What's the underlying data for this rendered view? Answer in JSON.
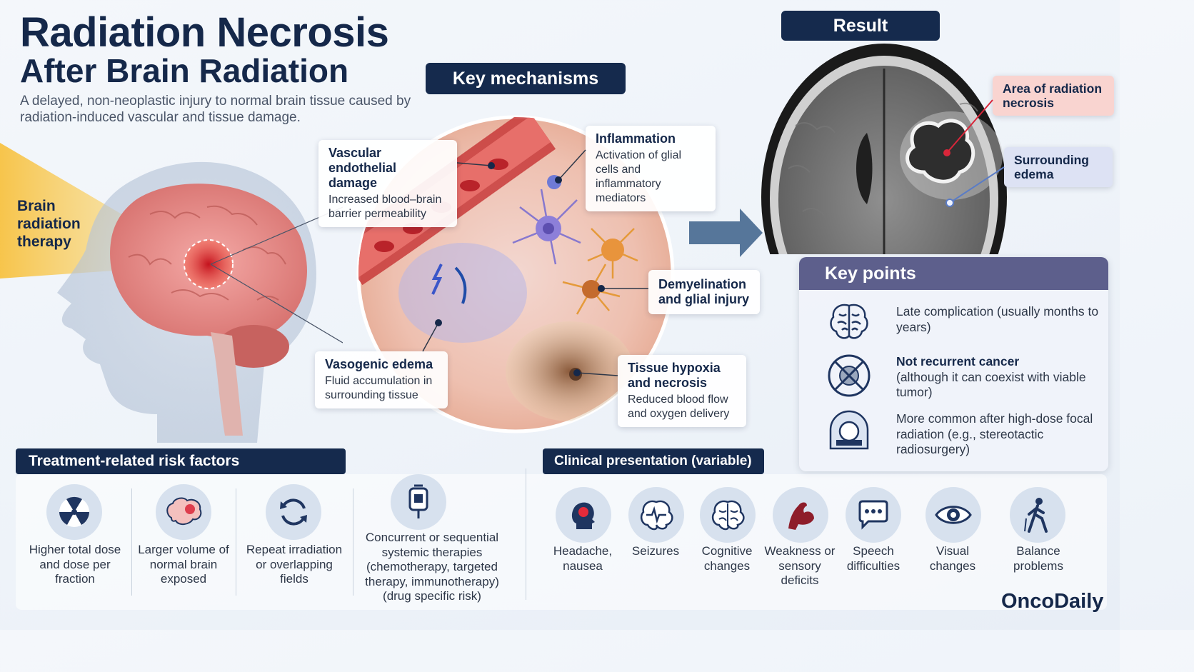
{
  "title": {
    "line1": "Radiation Necrosis",
    "line2": "After Brain Radiation"
  },
  "subtitle": "A delayed, non-neoplastic injury to normal brain tissue caused by radiation-induced vascular and tissue damage.",
  "therapy_label": "Brain radiation therapy",
  "mechanisms": {
    "header": "Key mechanisms",
    "vascular": {
      "title": "Vascular endothelial damage",
      "text": "Increased blood–brain barrier permeability"
    },
    "inflammation": {
      "title": "Inflammation",
      "text": "Activation of glial cells and inflammatory mediators"
    },
    "demyelination": {
      "title": "Demyelination and glial injury"
    },
    "edema": {
      "title": "Vasogenic edema",
      "text": "Fluid accumulation in surrounding tissue"
    },
    "hypoxia": {
      "title": "Tissue hypoxia and necrosis",
      "text": "Reduced blood flow and oxygen delivery"
    }
  },
  "result": {
    "header": "Result",
    "necrosis_label": "Area of radiation necrosis",
    "edema_label": "Surrounding edema"
  },
  "key_points": {
    "header": "Key points",
    "items": [
      {
        "icon": "brain-icon",
        "bold": "",
        "text": "Late complication (usually months to years)"
      },
      {
        "icon": "no-cancer-icon",
        "bold": "Not recurrent cancer",
        "text": "(although it can coexist with viable tumor)"
      },
      {
        "icon": "mri-scanner-icon",
        "bold": "",
        "text": "More common after high-dose focal radiation (e.g., stereotactic radiosurgery)"
      }
    ]
  },
  "risk_factors": {
    "header": "Treatment-related risk factors",
    "items": [
      {
        "icon": "radiation-icon",
        "label": "Higher total dose and dose per fraction"
      },
      {
        "icon": "brain-exposed-icon",
        "label": "Larger volume of normal brain exposed"
      },
      {
        "icon": "repeat-icon",
        "label": "Repeat irradiation or overlapping fields"
      },
      {
        "icon": "iv-bag-icon",
        "label": "Concurrent or sequential systemic therapies (chemotherapy, targeted therapy, immunotherapy) (drug specific risk)"
      }
    ]
  },
  "clinical": {
    "header": "Clinical presentation (variable)",
    "items": [
      {
        "icon": "headache-icon",
        "label": "Headache, nausea"
      },
      {
        "icon": "seizure-brain-icon",
        "label": "Seizures"
      },
      {
        "icon": "cognitive-brain-icon",
        "label": "Cognitive changes"
      },
      {
        "icon": "weakness-arm-icon",
        "label": "Weakness or sensory deficits"
      },
      {
        "icon": "speech-bubble-icon",
        "label": "Speech difficulties"
      },
      {
        "icon": "eye-icon",
        "label": "Visual changes"
      },
      {
        "icon": "balance-person-icon",
        "label": "Balance problems"
      }
    ]
  },
  "brand": "OncoDaily",
  "colors": {
    "navy": "#152a4d",
    "key_points_header": "#5d5f8c",
    "necrosis_red": "#d9263a",
    "beam_yellow": "#f7c242"
  }
}
